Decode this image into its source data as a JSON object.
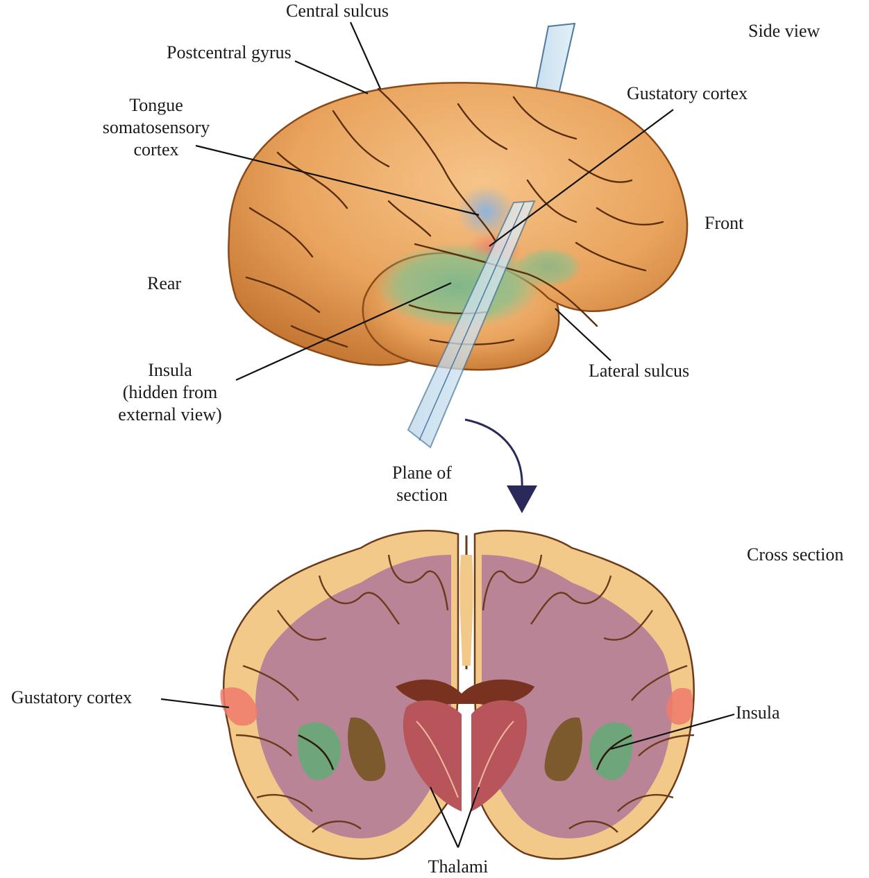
{
  "views": {
    "side": "Side view",
    "cross": "Cross section"
  },
  "side_labels": {
    "central_sulcus": "Central sulcus",
    "postcentral_gyrus": "Postcentral gyrus",
    "tongue_line1": "Tongue",
    "tongue_line2": "somatosensory",
    "tongue_line3": "cortex",
    "gustatory_cortex": "Gustatory cortex",
    "front": "Front",
    "rear": "Rear",
    "insula_line1": "Insula",
    "insula_line2": "(hidden from",
    "insula_line3": "external view)",
    "lateral_sulcus": "Lateral sulcus",
    "plane_line1": "Plane of",
    "plane_line2": "section"
  },
  "cross_labels": {
    "gustatory_cortex": "Gustatory cortex",
    "insula": "Insula",
    "thalami": "Thalami"
  },
  "colors": {
    "brain_surface": "#e7a05a",
    "brain_shadow": "#c9782f",
    "tongue_area": "#8fb3dc",
    "gustatory_area": "#ee7a6a",
    "insula_area": "#7fb68a",
    "plane": "#cfe3f2",
    "cortex_grey": "#f3c98a",
    "white_matter": "#b98496",
    "arrow": "#2a2a5a"
  }
}
